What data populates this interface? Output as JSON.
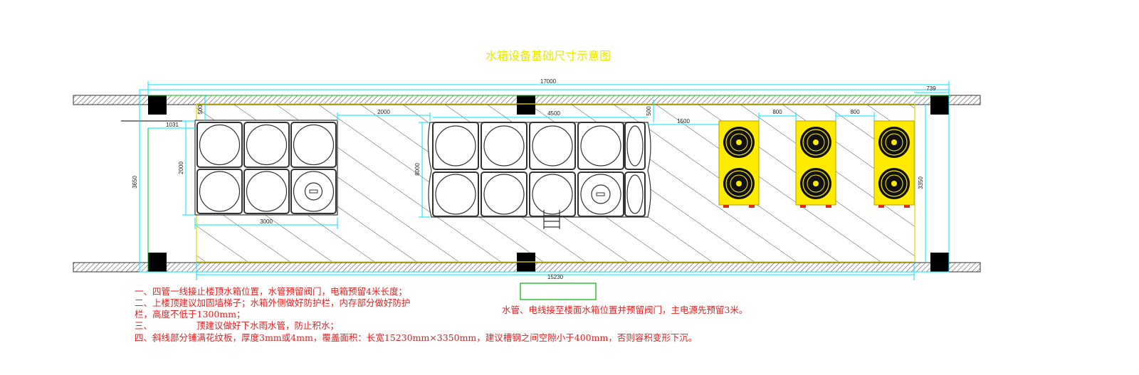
{
  "title": "水箱设备基础尺寸示意图",
  "colors": {
    "title": "#e8e800",
    "cyan": "#00e5ff",
    "boundary_yellow": "#e6d800",
    "green": "#00c400",
    "unit_yellow": "#ffeb00",
    "note_red": "#e02020",
    "note_box": "#00b000",
    "tank": "#333333"
  },
  "dimensions": {
    "overall_width": "17000",
    "right_offset": "739",
    "left_offset": "1031",
    "left_top_gap": "500",
    "left_tank_height": "2000",
    "left_tank_width": "3000",
    "gap_between_tanks": "2000",
    "right_tank_width": "4500",
    "right_top_gap": "500",
    "right_tank_height": "8000",
    "to_units": "1500",
    "unit_gap_1": "800",
    "unit_gap_2": "800",
    "overall_height_left": "3650",
    "overall_height_right": "3350",
    "platform_width": "15230"
  },
  "notes": {
    "line1": "一、四管一线接止楼顶水箱位置，水管预留阀门，电箱预留4米长度；",
    "line2": "二、上楼顶建议加固墙梯子；水箱外侧做好防护栏，内存部分做好防护",
    "line3": "栏，高度不低于1300mm；",
    "line4_start": "三、",
    "line4_end": "顶建议做好下水雨水管，防止积水；",
    "line5": "四、斜线部分铺满花纹板，厚度3mm或4mm，覆盖面积：长宽15230mm×3350mm，建议槽钢之间空隙小于400mm，否则容积变形下沉。",
    "right_note": "水管、电线接至楼面水箱位置并预留阀门，主电源先预留3米。"
  },
  "icons": {
    "fan": "fan-icon",
    "ladder": "ladder-icon",
    "manhole": "manhole-icon"
  }
}
